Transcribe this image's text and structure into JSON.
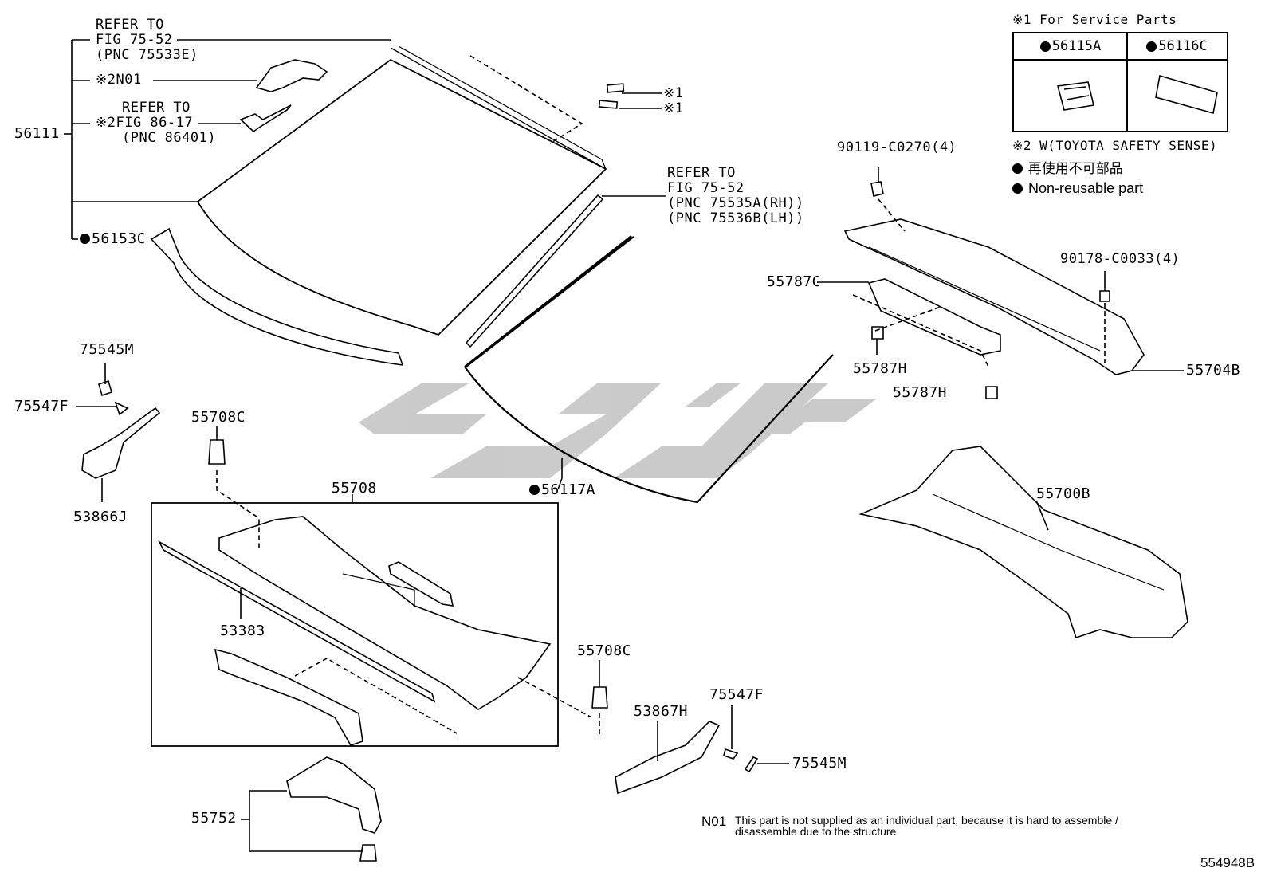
{
  "legend": {
    "service_title": "※1 For Service Parts",
    "col1_part": "56115A",
    "col2_part": "56116C",
    "note2": "※2 W(TOYOTA SAFETY SENSE)",
    "non_reusable_jp": "再使用不可部品",
    "non_reusable_en": "Non-reusable part"
  },
  "refs": {
    "ref1": [
      "REFER TO",
      "FIG 75-52",
      "(PNC 75533E)"
    ],
    "n01_label": "※2N01",
    "ref2": [
      "REFER TO",
      "※2FIG 86-17",
      "(PNC 86401)"
    ],
    "ref3": [
      "REFER TO",
      "FIG 75-52",
      "(PNC 75535A(RH))",
      "(PNC 75536B(LH))"
    ]
  },
  "parts": {
    "p56111": "56111",
    "p56153C": "56153C",
    "p56117A": "56117A",
    "s1a": "※1",
    "s1b": "※1",
    "p90119": "90119-C0270(4)",
    "p90178": "90178-C0033(4)",
    "p55787C": "55787C",
    "p55787H_a": "55787H",
    "p55787H_b": "55787H",
    "p55704B": "55704B",
    "p55700B": "55700B",
    "p75545M_a": "75545M",
    "p75547F_a": "75547F",
    "p53866J": "53866J",
    "p55708C_a": "55708C",
    "p55708": "55708",
    "p53383": "53383",
    "p55708C_b": "55708C",
    "p53867H": "53867H",
    "p75547F_b": "75547F",
    "p75545M_b": "75545M",
    "p55752": "55752"
  },
  "footnote": {
    "code": "N01",
    "line1": "This part is not supplied as an individual part, because it is hard to assemble /",
    "line2": "disassemble due to the structure"
  },
  "diagram_id": "554948B",
  "watermark_color": "#c8c8c8"
}
